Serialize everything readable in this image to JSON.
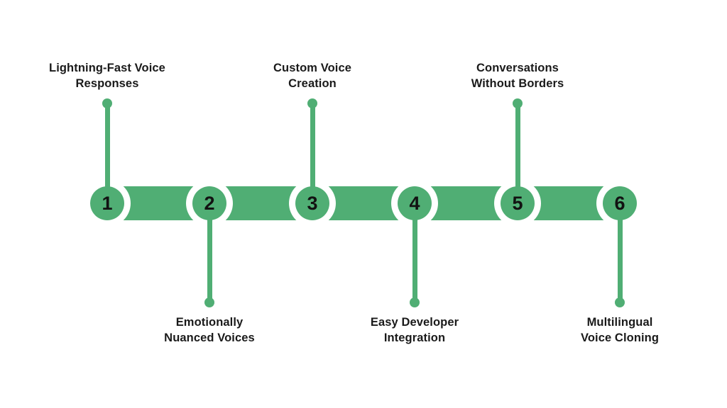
{
  "palette": {
    "green": "#50AE74",
    "label_text": "#1A1A1A",
    "number_text": "#121212",
    "background": "#FFFFFF"
  },
  "diagram": {
    "type": "timeline",
    "orientation": "horizontal",
    "node_count": 6,
    "items": [
      {
        "number": "1",
        "label": [
          "Lightning-Fast Voice",
          "Responses"
        ],
        "label_position": "top"
      },
      {
        "number": "2",
        "label": [
          "Emotionally",
          "Nuanced Voices"
        ],
        "label_position": "bottom"
      },
      {
        "number": "3",
        "label": [
          "Custom Voice",
          "Creation"
        ],
        "label_position": "top"
      },
      {
        "number": "4",
        "label": [
          "Easy Developer",
          "Integration"
        ],
        "label_position": "bottom"
      },
      {
        "number": "5",
        "label": [
          "Conversations",
          "Without Borders"
        ],
        "label_position": "top"
      },
      {
        "number": "6",
        "label": [
          "Multilingual",
          "Voice Cloning"
        ],
        "label_position": "bottom"
      }
    ]
  }
}
